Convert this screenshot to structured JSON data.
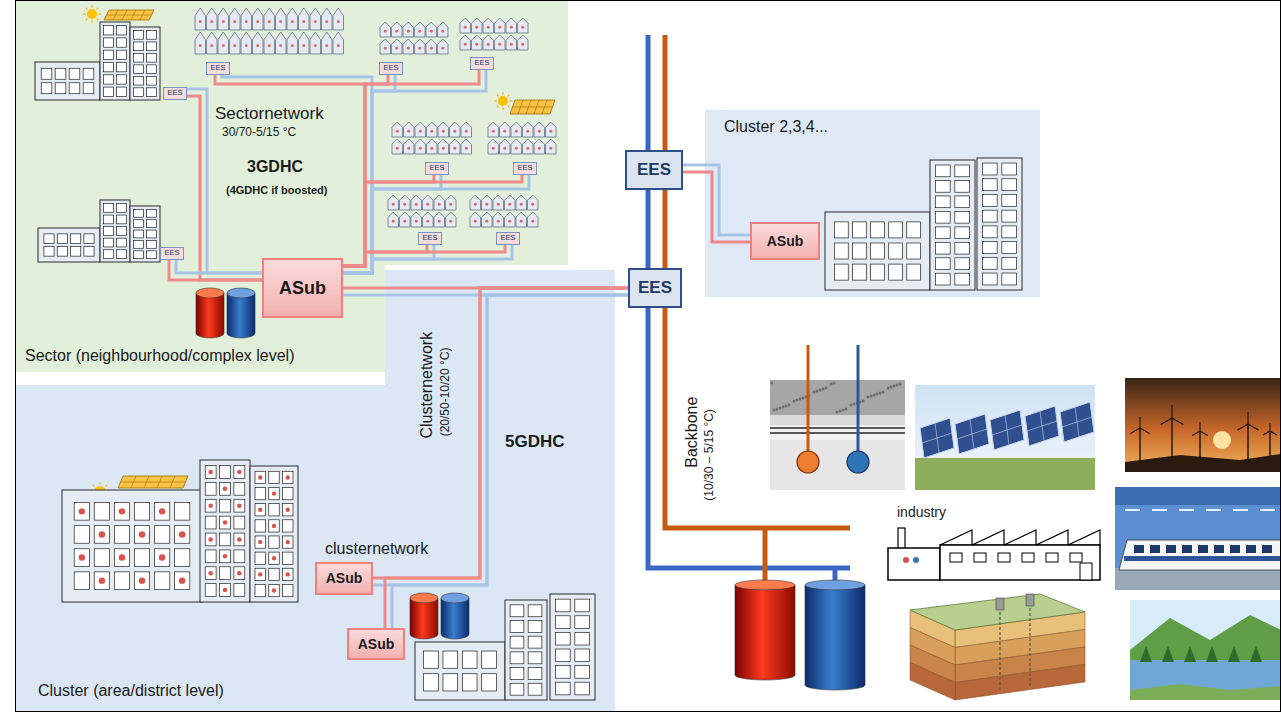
{
  "diagram": {
    "nodes": [
      {
        "text": [
          "Sector (neighbourhood/complex level)"
        ]
      },
      {
        "text": [
          "EES"
        ],
        "in": 0
      },
      {
        "text": [
          "EES"
        ],
        "in": 0
      },
      {
        "text": [
          "EES"
        ],
        "in": 0
      },
      {
        "text": [
          "EES"
        ],
        "in": 0
      },
      {
        "text": [
          "EES"
        ],
        "in": 0
      },
      {
        "text": [
          "EES"
        ],
        "in": 0
      },
      {
        "text": [
          "EES"
        ],
        "in": 0
      },
      {
        "text": [
          "EES"
        ],
        "in": 0
      },
      {
        "text": [
          "EES"
        ],
        "in": 0
      },
      {
        "text": [
          "ASub"
        ],
        "in": 0
      },
      {
        "text": [
          "Cluster (area/district level)"
        ]
      },
      {
        "text": [
          "ASub"
        ],
        "in": 11
      },
      {
        "text": [
          "ASub"
        ],
        "in": 11
      },
      {
        "text": [
          "Cluster 2,3,4..."
        ]
      },
      {
        "text": [
          "ASub"
        ],
        "in": 14
      },
      {
        "text": [
          "EES"
        ]
      },
      {
        "text": [
          "EES"
        ]
      }
    ],
    "edges": [
      {
        "from": 1,
        "to": 10,
        "arrow": "none"
      },
      {
        "from": 2,
        "to": 10,
        "arrow": "none"
      },
      {
        "from": 3,
        "to": 10,
        "arrow": "none"
      },
      {
        "from": 4,
        "to": 10,
        "arrow": "none"
      },
      {
        "from": 5,
        "to": 10,
        "arrow": "none"
      },
      {
        "from": 6,
        "to": 10,
        "arrow": "none"
      },
      {
        "from": 7,
        "to": 10,
        "arrow": "none"
      },
      {
        "from": 8,
        "to": 10,
        "arrow": "none"
      },
      {
        "from": 9,
        "to": 10,
        "arrow": "none"
      },
      {
        "from": 10,
        "to": 17,
        "arrow": "none"
      },
      {
        "from": 12,
        "to": 17,
        "arrow": "none"
      },
      {
        "from": 13,
        "to": 17,
        "arrow": "none"
      },
      {
        "from": 16,
        "to": 15,
        "arrow": "none"
      }
    ],
    "labels": [
      "Sectornetwork",
      "30/70-5/15 °C",
      "3GDHC",
      "(4GDHC if boosted)",
      "Clusternetwork",
      "(20/50-10/20 °C)",
      "5GDHC",
      "clusternetwork",
      "Backbone",
      "(10/30 – 5/15 °C)",
      "industry"
    ]
  }
}
